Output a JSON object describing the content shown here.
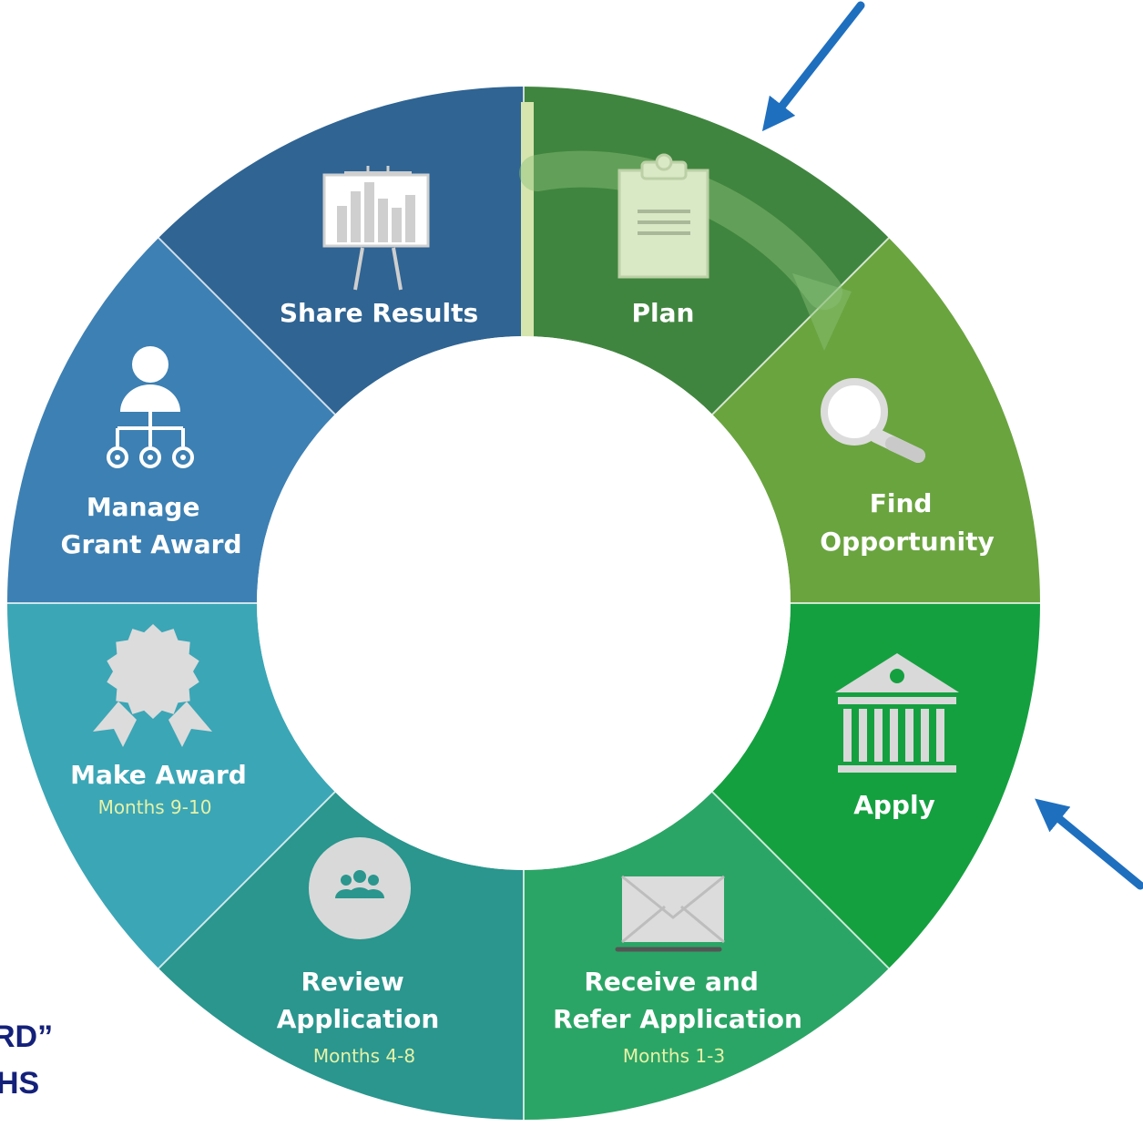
{
  "cycle": {
    "segments": [
      {
        "key": "plan",
        "title": [
          "Plan"
        ],
        "subtitle": "",
        "color": "#40853f",
        "icon": "clipboard-icon"
      },
      {
        "key": "find",
        "title": [
          "Find",
          "Opportunity"
        ],
        "subtitle": "",
        "color": "#6aa43f",
        "icon": "magnifier-icon"
      },
      {
        "key": "apply",
        "title": [
          "Apply"
        ],
        "subtitle": "",
        "color": "#15a040",
        "icon": "institution-icon"
      },
      {
        "key": "receive",
        "title": [
          "Receive and",
          "Refer Application"
        ],
        "subtitle": "Months 1-3",
        "color": "#2ba566",
        "icon": "envelope-icon"
      },
      {
        "key": "review",
        "title": [
          "Review",
          "Application"
        ],
        "subtitle": "Months 4-8",
        "color": "#2a968e",
        "icon": "people-icon"
      },
      {
        "key": "award",
        "title": [
          "Make Award"
        ],
        "subtitle": "Months 9-10",
        "color": "#3ba6b6",
        "icon": "ribbon-icon"
      },
      {
        "key": "manage",
        "title": [
          "Manage",
          "Grant Award"
        ],
        "subtitle": "",
        "color": "#3d80b3",
        "icon": "org-chart-icon"
      },
      {
        "key": "share",
        "title": [
          "Share Results"
        ],
        "subtitle": "",
        "color": "#2f6493",
        "icon": "easel-chart-icon"
      }
    ]
  },
  "side_text": {
    "line1": "RD”",
    "line2": "HS"
  },
  "colors": {
    "arrow": "#1f6fbf",
    "divider": "#d6e5ad",
    "side_text": "#14217a"
  }
}
